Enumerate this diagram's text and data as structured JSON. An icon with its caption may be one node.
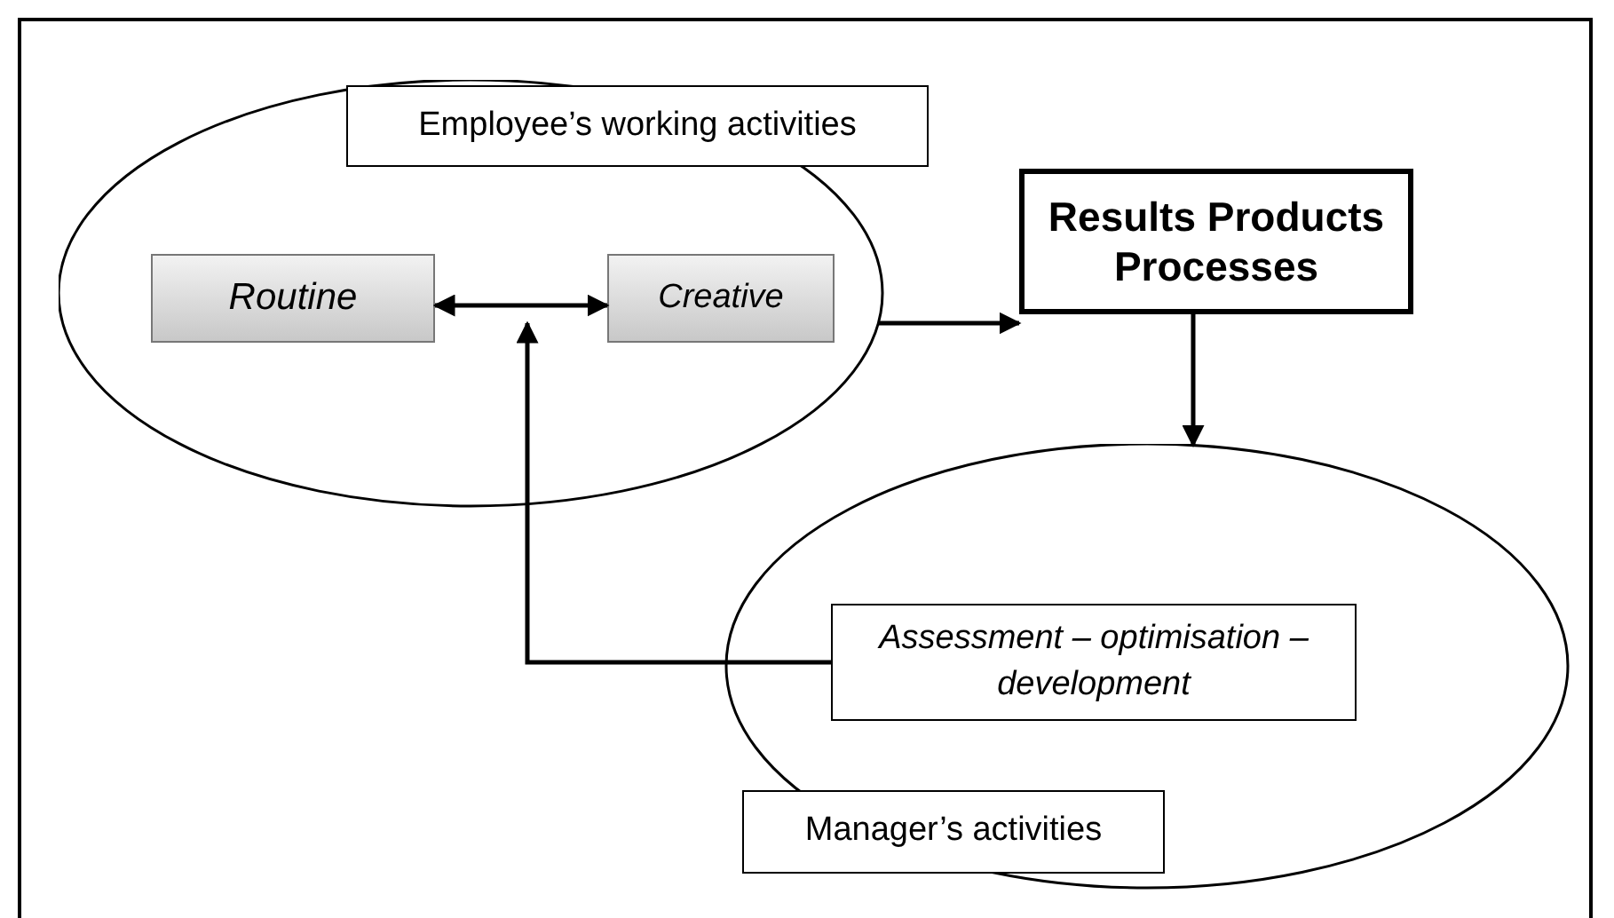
{
  "diagram": {
    "nodes": [
      {
        "text": [
          "Employee’s working activities"
        ]
      },
      {
        "text": [
          "Routine"
        ],
        "in": 0
      },
      {
        "text": [
          "Creative"
        ],
        "in": 0
      },
      {
        "text": [
          "Results Products Processes"
        ]
      },
      {
        "text": [
          "Manager’s activities"
        ]
      },
      {
        "text": [
          "Assessment – optimisation – development"
        ],
        "in": 4
      }
    ],
    "edges": [
      {
        "from": 1,
        "to": 2,
        "arrow": "both"
      },
      {
        "from": 0,
        "to": 3,
        "arrow": "to"
      },
      {
        "from": 3,
        "to": 4,
        "arrow": "to"
      },
      {
        "from": 5,
        "to": null,
        "arrow": "to"
      }
    ]
  }
}
